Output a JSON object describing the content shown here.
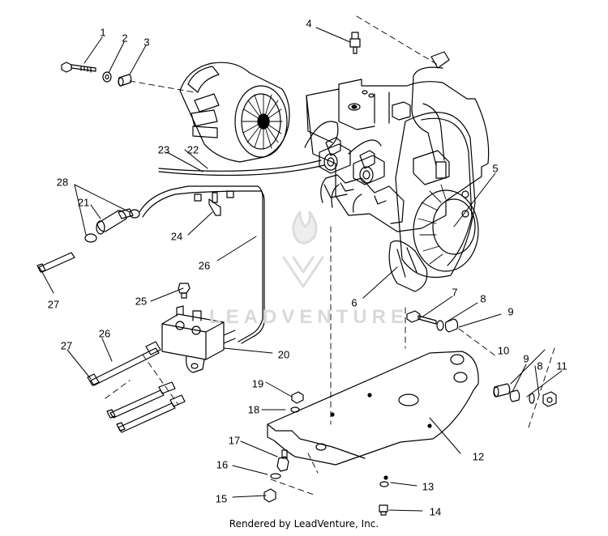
{
  "diagram": {
    "callouts": [
      "1",
      "2",
      "3",
      "4",
      "5",
      "6",
      "7",
      "8",
      "9",
      "10",
      "11",
      "12",
      "13",
      "14",
      "15",
      "16",
      "17",
      "18",
      "19",
      "20",
      "21",
      "22",
      "23",
      "24",
      "25",
      "26",
      "27",
      "28"
    ],
    "credit": "Rendered by LeadVenture, Inc.",
    "watermark": "LEADVENTURE"
  }
}
